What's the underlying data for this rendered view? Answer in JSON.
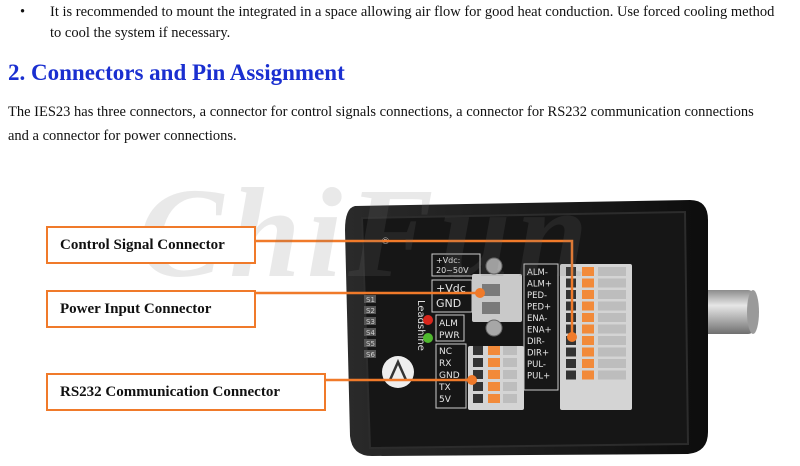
{
  "bullet": {
    "symbol": "•",
    "text": "It is recommended to mount the integrated in a space allowing air flow for good heat conduction. Use forced cooling method to cool the system if necessary."
  },
  "section": {
    "heading": "2. Connectors and Pin Assignment",
    "intro": "The IES23 has three connectors, a connector for control signals connections, a connector for RS232 communication connections and a connector for power connections."
  },
  "figure": {
    "watermark": "ChiFun",
    "labels": {
      "control": "Control Signal Connector",
      "power": "Power Input Connector",
      "rs232": "RS232 Communication Connector"
    },
    "power_block": {
      "vdc_range": [
        "+Vdc:",
        "20~50V"
      ],
      "vdc": "+Vdc",
      "gnd": "GND"
    },
    "leds": {
      "alm": "ALM",
      "pwr": "PWR"
    },
    "switches": [
      "S1",
      "S2",
      "S3",
      "S4",
      "S5",
      "S6"
    ],
    "rs232_pins": [
      "NC",
      "RX",
      "GND",
      "TX",
      "5V"
    ],
    "control_pins": [
      "ALM-",
      "ALM+",
      "PED-",
      "PED+",
      "ENA-",
      "ENA+",
      "DIR-",
      "DIR+",
      "PUL-",
      "PUL+"
    ],
    "brand": "Leadshine",
    "registered": "®",
    "colors": {
      "accent": "#f07a2a",
      "heading": "#1a2fd0",
      "body": "#1b1b1b",
      "terminal": "#f28a3a",
      "led_red": "#d9261c",
      "led_green": "#4fb82e"
    }
  }
}
